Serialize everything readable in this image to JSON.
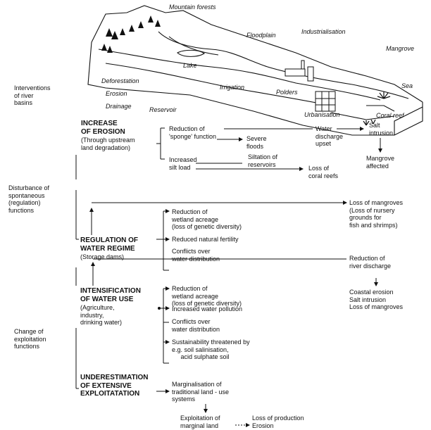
{
  "landscape": {
    "interventions_label": "Interventions\nof river\nbasins",
    "mountain_forests": "Mountain forests",
    "floodplain": "Floodplain",
    "industrialisation": "Industrialisation",
    "mangrove": "Mangrove",
    "lake": "Lake",
    "deforestation": "Deforestation",
    "erosion": "Erosion",
    "drainage": "Drainage",
    "reservoir": "Reservoir",
    "irrigation": "Irrigation",
    "polders": "Polders",
    "sea": "Sea",
    "urbanisation": "Urbanisation",
    "coral_reef": "Coral reef"
  },
  "left": {
    "disturbance": "Disturbance of\nspontaneous\n(regulation)\nfunctions",
    "change": "Change of\nexploitation\nfunctions"
  },
  "erosion": {
    "title": "INCREASE\nOF EROSION",
    "sub": "(Through upstream\nland degradation)",
    "sponge": "Reduction of\n'sponge' function",
    "floods": "Severe\nfloods",
    "water_discharge": "Water\ndischarge\nupset",
    "salt": "Salt\nintrusion",
    "mangrove_affected": "Mangrove\naffected",
    "silt": "Increased\nsilt load",
    "siltation": "Siltation of\nreservoirs",
    "coral_loss": "Loss of\ncoral reefs"
  },
  "regulation": {
    "title": "REGULATION OF\nWATER REGIME",
    "sub": "(Storage dams)",
    "loss_mangroves": "Loss of mangroves\n(Loss of nursery\ngrounds for\nfish and shrimps)",
    "item1": "Reduction of\nwetland acreage\n(loss of genetic diversity)",
    "item2": "Reduced natural fertility",
    "item3": "Conflicts over\nwater distribution"
  },
  "water_use": {
    "title": "INTENSIFICATION\nOF WATER USE",
    "sub": "(Agriculture,\nindustry,\ndrinking water)",
    "river_discharge": "Reduction of\nriver discharge",
    "coastal": "Coastal erosion\nSalt intrusion\nLoss of mangroves",
    "item1": "Reduction of\nwetland acreage\n(loss of genetic diversity)",
    "item2": "Increased water pollution",
    "item3": "Conflicts over\nwater distribution",
    "item4": "Sustainability threatened by\ne.g. soil salinisation,\n     acid sulphate soil"
  },
  "extensive": {
    "title": "UNDERESTIMATION\nOF EXTENSIVE\nEXPLOITATATION",
    "marginalisation": "Marginalisation of\ntraditional land - use\nsystems",
    "marginal_land": "Exploitation of\nmarginal land",
    "production": "Loss of production\nErosion"
  }
}
